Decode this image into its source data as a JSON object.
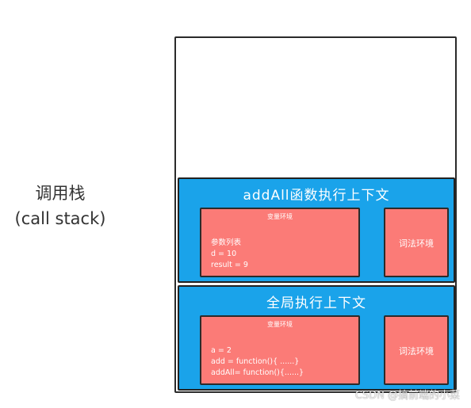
{
  "call_stack": {
    "label_line1": "调用栈",
    "label_line2": "(call stack)"
  },
  "contexts": [
    {
      "title": "addAll函数执行上下文",
      "variable_env": {
        "title": "变量环境",
        "lines": [
          "参数列表",
          "d = 10",
          "result = 9"
        ]
      },
      "lexical_env": {
        "title": "词法环境"
      }
    },
    {
      "title": "全局执行上下文",
      "variable_env": {
        "title": "变量环境",
        "lines": [
          "a = 2",
          "add = function(){ ......}",
          "addAll= function(){......}"
        ]
      },
      "lexical_env": {
        "title": "词法环境"
      }
    }
  ],
  "watermark": "CSDN @搞前端的小菜",
  "colors": {
    "context_fill": "#1aa3ea",
    "env_fill": "#fb7b77",
    "outline": "#2a2a2a"
  }
}
